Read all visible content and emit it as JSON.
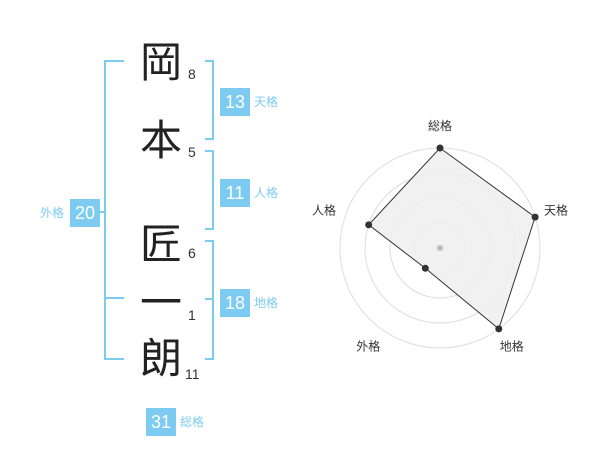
{
  "name": {
    "chars": [
      {
        "char": "岡",
        "strokes": "8"
      },
      {
        "char": "本",
        "strokes": "5"
      },
      {
        "char": "匠",
        "strokes": "6"
      },
      {
        "char": "一",
        "strokes": "1"
      },
      {
        "char": "朗",
        "strokes": "11"
      }
    ]
  },
  "fortunes": {
    "tenkaku": {
      "value": "13",
      "label": "天格"
    },
    "jinkaku": {
      "value": "11",
      "label": "人格"
    },
    "chikaku": {
      "value": "18",
      "label": "地格"
    },
    "gaikaku": {
      "value": "20",
      "label": "外格"
    },
    "soukaku": {
      "value": "31",
      "label": "総格"
    }
  },
  "colors": {
    "accent": "#7ecbf2",
    "text": "#222222"
  },
  "chart_data": {
    "type": "radar",
    "axes": [
      "総格",
      "天格",
      "地格",
      "外格",
      "人格"
    ],
    "values": [
      4,
      4,
      4,
      1,
      3
    ],
    "max": 4,
    "rings": 4
  }
}
